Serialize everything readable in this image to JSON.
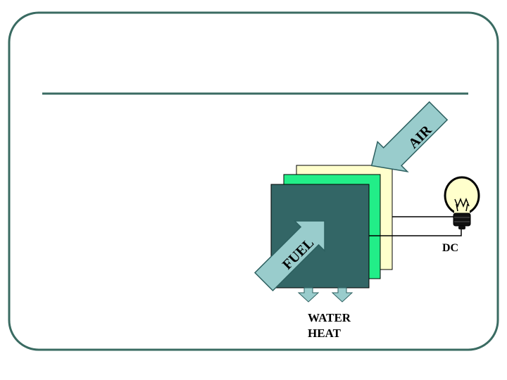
{
  "slide": {
    "title": ""
  },
  "diagram": {
    "air_label": "AIR",
    "fuel_label": "FUEL",
    "output_label_line1": "WATER",
    "output_label_line2": "HEAT",
    "dc_label": "DC"
  },
  "colors": {
    "frame_border": "#3a6b62",
    "title_rule": "#3a6b62",
    "back_plate": "#ffffcc",
    "middle_plate": "#22ee88",
    "front_plate": "#336666",
    "arrow_fill": "#99cccc",
    "arrow_stroke": "#2d6060",
    "bulb_glass": "#ffffcc",
    "bulb_base": "#111111"
  },
  "icons": {
    "bulb": "light-bulb-icon"
  }
}
